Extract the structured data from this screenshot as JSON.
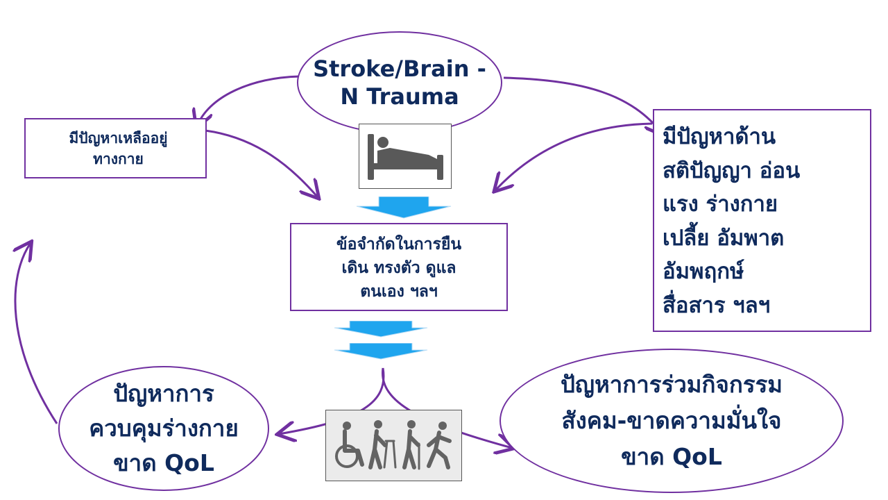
{
  "nodes": {
    "stroke": "Stroke/Brain -\nN Trauma",
    "physical_residual": "มีปัญหาเหลืออยู่\nทางกาย",
    "cognitive": "มีปัญหาด้าน\nสติปัญญา อ่อน\nแรง ร่างกาย\nเปลี้ย อัมพาต\nอัมพฤกษ์\nสื่อสาร ฯลฯ",
    "limitation": "ข้อจำกัดในการยืน\nเดิน ทรงตัว ดูแล\nตนเอง ฯลฯ",
    "body_control": "ปัญหาการ\nควบคุมร่างกาย\nขาด QoL",
    "social": "ปัญหาการร่วมกิจกรรม\nสังคม-ขาดความมั่นใจ\nขาด QoL"
  },
  "icons": {
    "bed": "patient-bed-icon",
    "mobility": "disability-mobility-icon"
  },
  "colors": {
    "border": "#7030a0",
    "text": "#0f2a5c",
    "arrow": "#1fa5ee"
  }
}
